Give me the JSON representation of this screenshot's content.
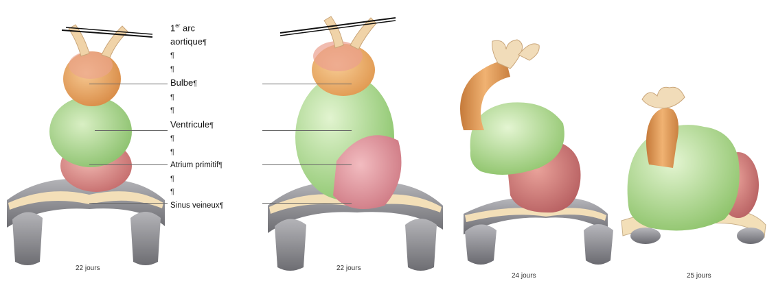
{
  "labels": {
    "arc_line1": "1",
    "arc_sup": "er",
    "arc_line1_rest": "arc",
    "arc_line2": "aortique",
    "bulbe": "Bulbe",
    "ventricule": "Ventricule",
    "atrium": "Atrium primitif",
    "sinus": "Sinus veineux",
    "pilcrow": "¶"
  },
  "captions": {
    "p1": "22 jours",
    "p2": "22 jours",
    "p3": "24 jours",
    "p4": "25 jours"
  },
  "colors": {
    "bulbe": "#e8a25a",
    "arc": "#f0d3a8",
    "ventricule": "#a7d38a",
    "atrium": "#d98a8a",
    "sinus": "#8c8c90",
    "pericarde": "#f3dfb8"
  }
}
